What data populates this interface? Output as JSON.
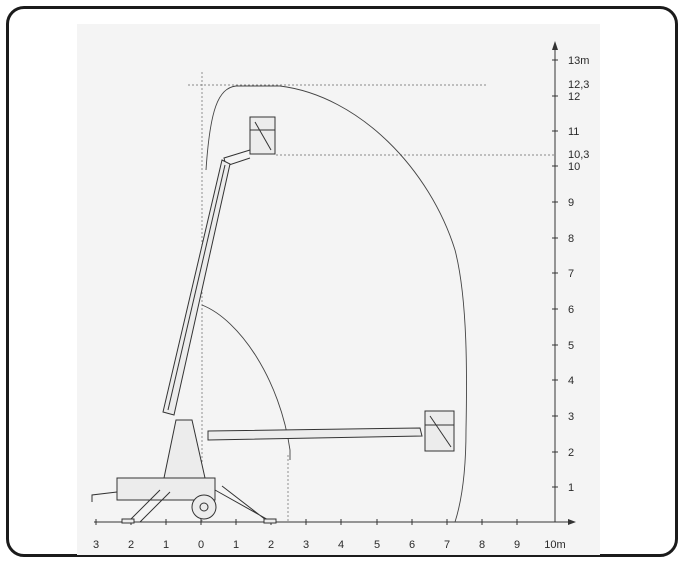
{
  "diagram": {
    "x_ticks": [
      "3",
      "2",
      "1",
      "0",
      "1",
      "2",
      "3",
      "4",
      "5",
      "6",
      "7",
      "8",
      "9",
      "10m"
    ],
    "y_ticks": [
      "1",
      "2",
      "3",
      "4",
      "5",
      "6",
      "7",
      "8",
      "9",
      "10",
      "11",
      "12",
      "13m"
    ],
    "marks": {
      "max_height": "12,3",
      "platform_height": "10,3"
    },
    "colors": {
      "lines": "#333333",
      "background": "#f4f4f4",
      "frame": "#1b1b1b"
    }
  }
}
